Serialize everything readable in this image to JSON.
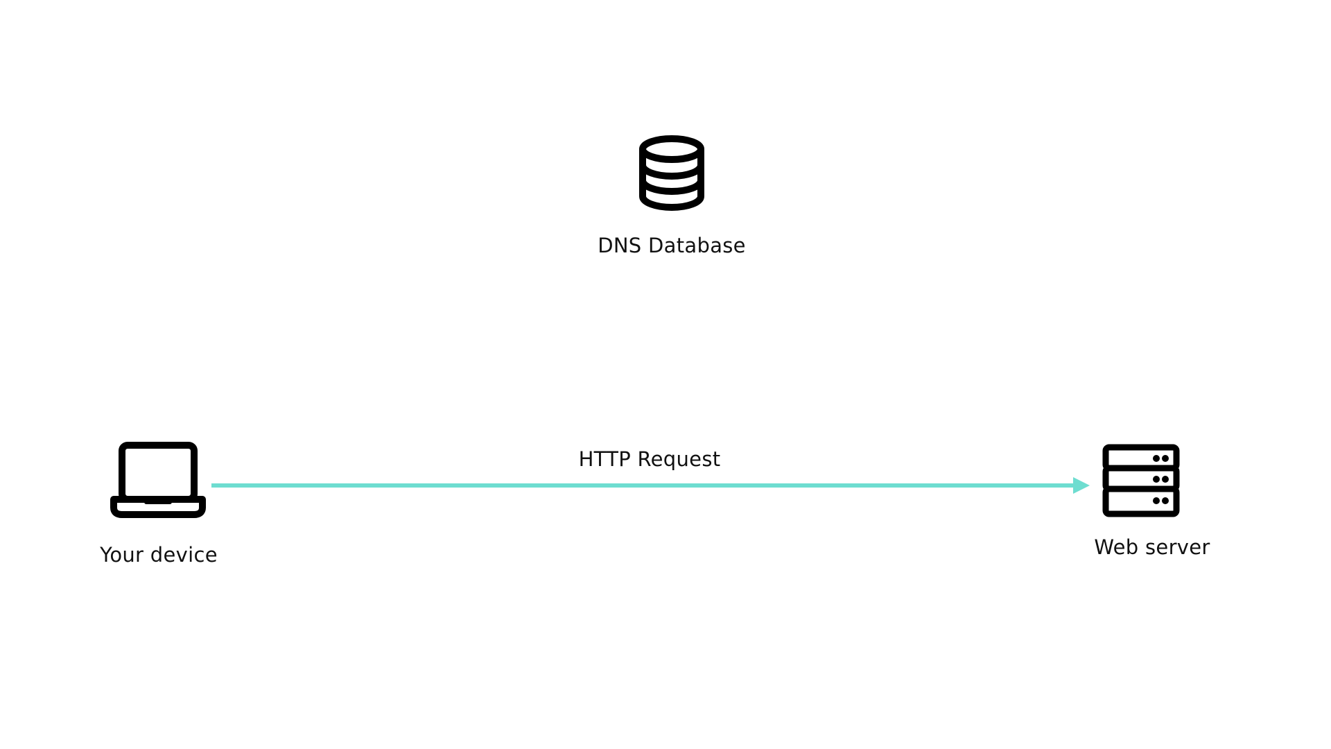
{
  "nodes": {
    "dns_database": {
      "label": "DNS Database",
      "icon": "database-icon"
    },
    "your_device": {
      "label": "Your device",
      "icon": "laptop-icon"
    },
    "web_server": {
      "label": "Web server",
      "icon": "server-icon"
    }
  },
  "edges": [
    {
      "from": "your_device",
      "to": "web_server",
      "label": "HTTP Request",
      "color": "#6EDDD0"
    }
  ],
  "colors": {
    "icon_stroke": "#000000",
    "text": "#111111",
    "arrow": "#6EDDD0",
    "background": "#FFFFFF"
  }
}
